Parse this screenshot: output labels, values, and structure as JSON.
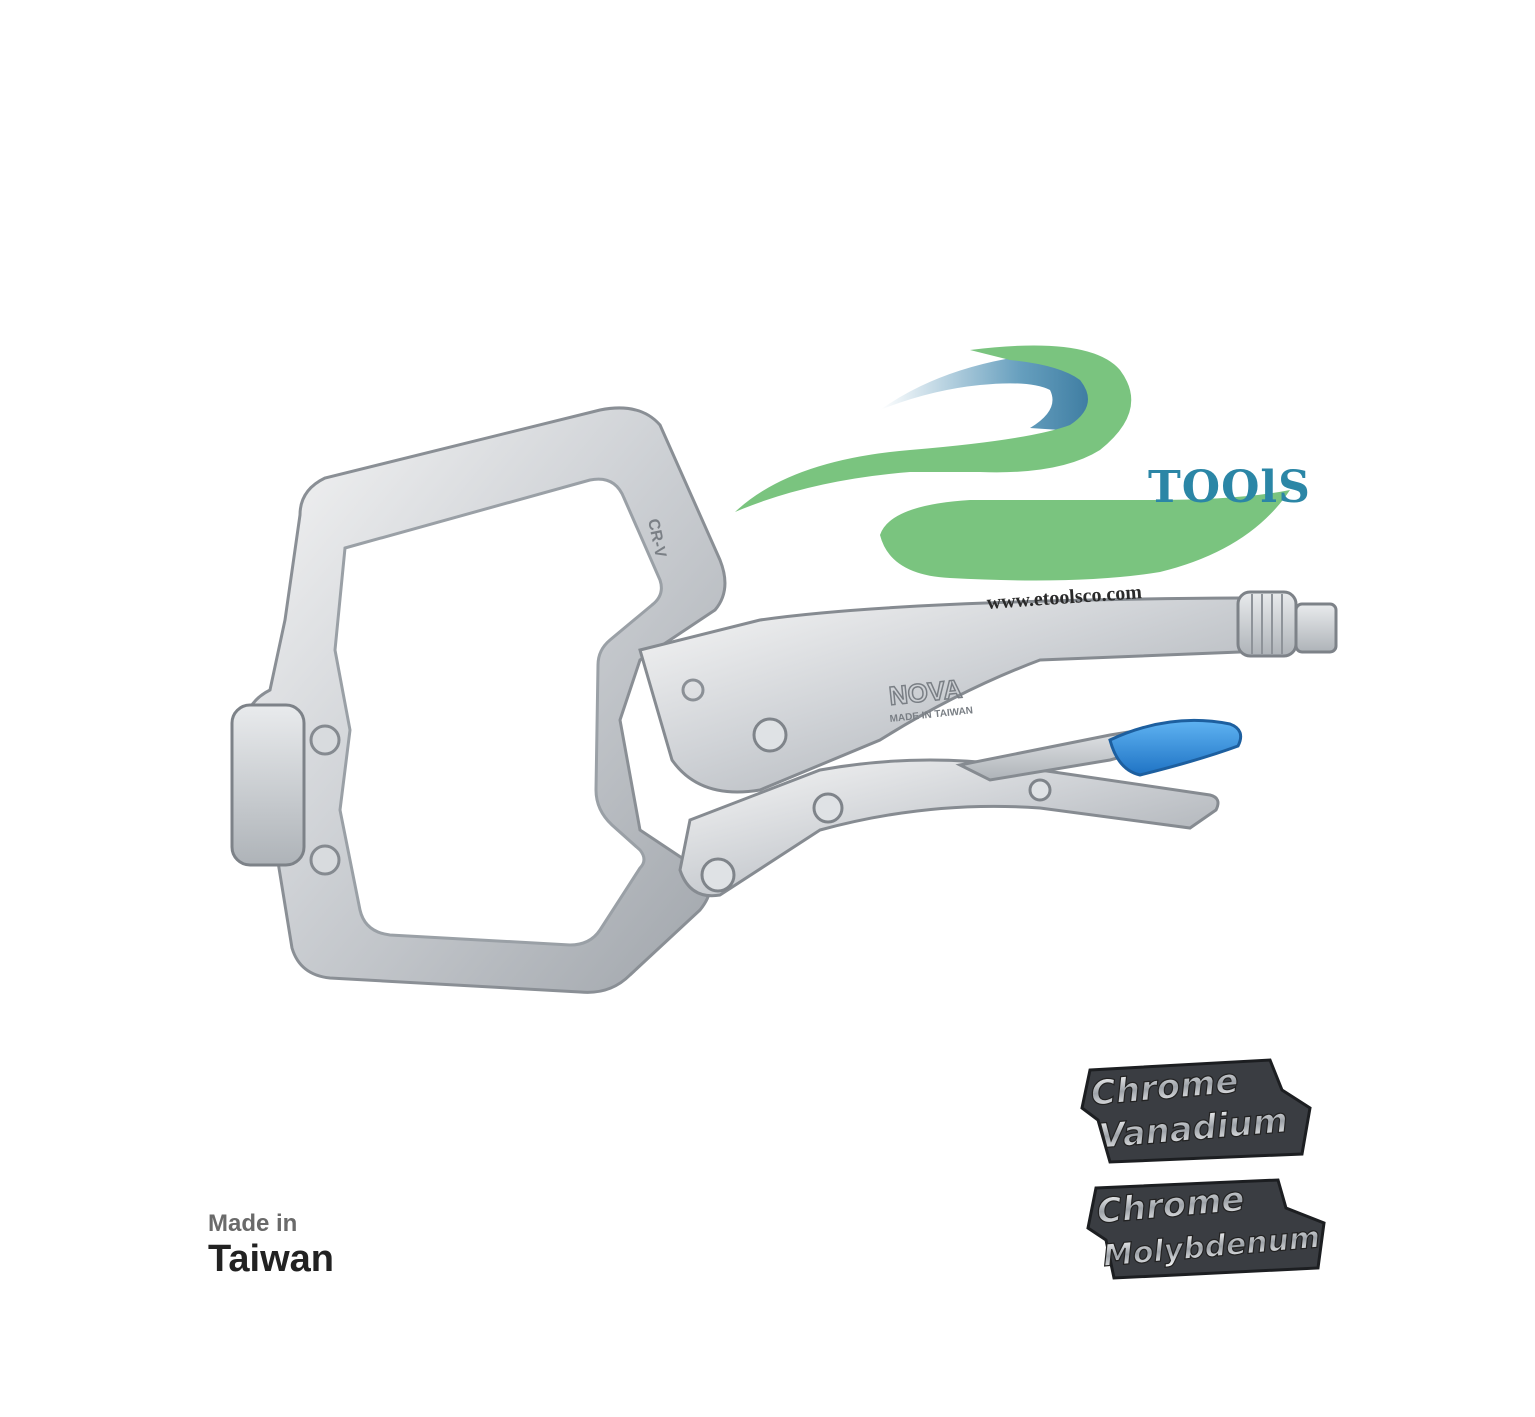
{
  "brand": {
    "name": "TOOlS",
    "website": "www.etoolsco.com",
    "colors": {
      "green": "#7ac47f",
      "blue": "#3f86ad",
      "text_blue": "#2b86a6"
    }
  },
  "product": {
    "stamp_brand": "NOVA",
    "stamp_origin": "MADE IN TAIWAN",
    "stamp_steel": "CR-V",
    "handle_color": "#2f8fd6"
  },
  "origin": {
    "line1": "Made in",
    "line2": "Taiwan"
  },
  "badges": [
    {
      "line1": "Chrome",
      "line2": "Vanadium"
    },
    {
      "line1": "Chrome",
      "line2": "Molybdenum"
    }
  ]
}
